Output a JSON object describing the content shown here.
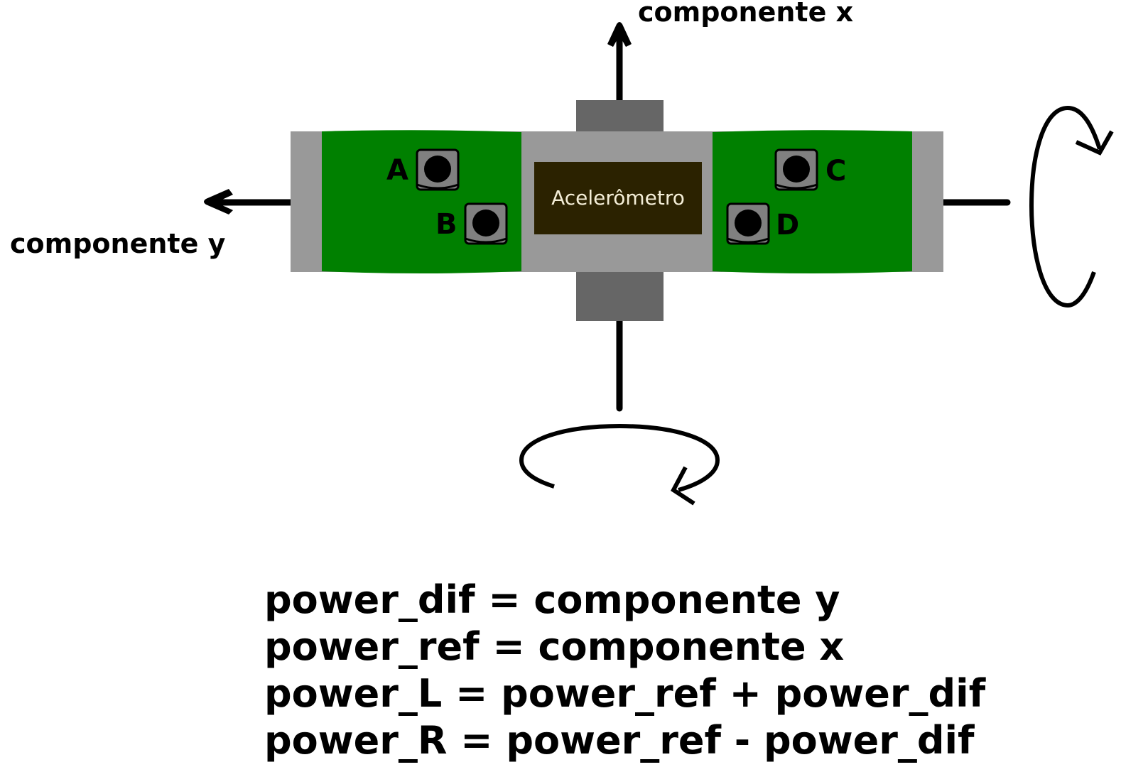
{
  "axes": {
    "x_label": "componente x",
    "y_label": "componente y"
  },
  "device": {
    "display_text": "Acelerômetro",
    "buttons": [
      "A",
      "B",
      "C",
      "D"
    ]
  },
  "formulas": [
    "power_dif = componente y",
    "power_ref = componente x",
    "power_L = power_ref + power_dif",
    "power_R = power_ref - power_dif"
  ],
  "colors": {
    "board_green": "#008000",
    "frame_gray": "#999999",
    "post_gray": "#666666",
    "display_bg": "#2b2200",
    "display_text": "#f4eed7",
    "button_gray": "#808080"
  }
}
